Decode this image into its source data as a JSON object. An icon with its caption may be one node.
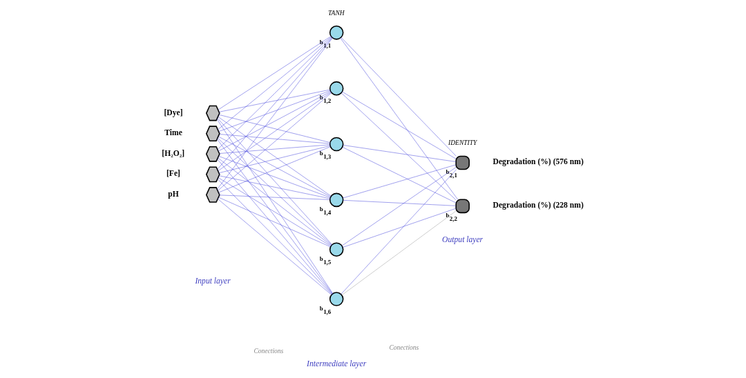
{
  "diagram": {
    "nodes": [
      {
        "text": [],
        "shape": "hexagon",
        "beside": [
          "[Dye]"
        ]
      },
      {
        "text": [],
        "shape": "hexagon",
        "beside": [
          "Time"
        ]
      },
      {
        "text": [],
        "shape": "hexagon",
        "beside": [
          "[H₂O₂]"
        ]
      },
      {
        "text": [],
        "shape": "hexagon",
        "beside": [
          "[Fe]"
        ]
      },
      {
        "text": [],
        "shape": "hexagon",
        "beside": [
          "pH"
        ]
      },
      {
        "text": [],
        "shape": "circle",
        "beside": [
          "b$_{1,1}$"
        ]
      },
      {
        "text": [],
        "shape": "circle",
        "beside": [
          "b$_{1,2}$"
        ]
      },
      {
        "text": [],
        "shape": "circle",
        "beside": [
          "b$_{1,3}$"
        ]
      },
      {
        "text": [],
        "shape": "circle",
        "beside": [
          "b$_{1,4}$"
        ]
      },
      {
        "text": [],
        "shape": "circle",
        "beside": [
          "b$_{1,5}$"
        ]
      },
      {
        "text": [],
        "shape": "circle",
        "beside": [
          "b$_{1,6}$"
        ]
      },
      {
        "text": [],
        "shape": "box",
        "beside": [
          "b$_{2,1}$",
          "Degradation (%) (576 nm)"
        ]
      },
      {
        "text": [],
        "shape": "box",
        "beside": [
          "b$_{2,2}$",
          "Degradation (%) (228 nm)"
        ]
      }
    ],
    "edges": [
      {
        "from": 0,
        "to": 5,
        "arrow": "none"
      },
      {
        "from": 0,
        "to": 6,
        "arrow": "none"
      },
      {
        "from": 0,
        "to": 7,
        "arrow": "none"
      },
      {
        "from": 0,
        "to": 8,
        "arrow": "none"
      },
      {
        "from": 0,
        "to": 9,
        "arrow": "none"
      },
      {
        "from": 0,
        "to": 10,
        "arrow": "none"
      },
      {
        "from": 1,
        "to": 5,
        "arrow": "none"
      },
      {
        "from": 1,
        "to": 6,
        "arrow": "none"
      },
      {
        "from": 1,
        "to": 7,
        "arrow": "none"
      },
      {
        "from": 1,
        "to": 8,
        "arrow": "none"
      },
      {
        "from": 1,
        "to": 9,
        "arrow": "none"
      },
      {
        "from": 1,
        "to": 10,
        "arrow": "none"
      },
      {
        "from": 2,
        "to": 5,
        "arrow": "none"
      },
      {
        "from": 2,
        "to": 6,
        "arrow": "none"
      },
      {
        "from": 2,
        "to": 7,
        "arrow": "none"
      },
      {
        "from": 2,
        "to": 8,
        "arrow": "none"
      },
      {
        "from": 2,
        "to": 9,
        "arrow": "none"
      },
      {
        "from": 2,
        "to": 10,
        "arrow": "none"
      },
      {
        "from": 3,
        "to": 5,
        "arrow": "none"
      },
      {
        "from": 3,
        "to": 6,
        "arrow": "none"
      },
      {
        "from": 3,
        "to": 7,
        "arrow": "none"
      },
      {
        "from": 3,
        "to": 8,
        "arrow": "none"
      },
      {
        "from": 3,
        "to": 9,
        "arrow": "none"
      },
      {
        "from": 3,
        "to": 10,
        "arrow": "none"
      },
      {
        "from": 4,
        "to": 5,
        "arrow": "none"
      },
      {
        "from": 4,
        "to": 6,
        "arrow": "none"
      },
      {
        "from": 4,
        "to": 7,
        "arrow": "none"
      },
      {
        "from": 4,
        "to": 8,
        "arrow": "none"
      },
      {
        "from": 4,
        "to": 9,
        "arrow": "none"
      },
      {
        "from": 4,
        "to": 10,
        "arrow": "none"
      },
      {
        "from": 5,
        "to": 11,
        "arrow": "none"
      },
      {
        "from": 5,
        "to": 12,
        "arrow": "none"
      },
      {
        "from": 6,
        "to": 11,
        "arrow": "none"
      },
      {
        "from": 6,
        "to": 12,
        "arrow": "none"
      },
      {
        "from": 7,
        "to": 11,
        "arrow": "none"
      },
      {
        "from": 7,
        "to": 12,
        "arrow": "none"
      },
      {
        "from": 8,
        "to": 11,
        "arrow": "none"
      },
      {
        "from": 8,
        "to": 12,
        "arrow": "none"
      },
      {
        "from": 9,
        "to": 11,
        "arrow": "none"
      },
      {
        "from": 9,
        "to": 12,
        "arrow": "none"
      },
      {
        "from": 10,
        "to": 11,
        "arrow": "none"
      },
      {
        "from": 10,
        "to": 12,
        "arrow": "none",
        "color": "#a0a0a0"
      }
    ],
    "labels": [
      "TANH",
      "IDENTITY",
      "Conections",
      "Conections",
      "Input layer",
      "Intermediate layer",
      "Output layer"
    ]
  }
}
